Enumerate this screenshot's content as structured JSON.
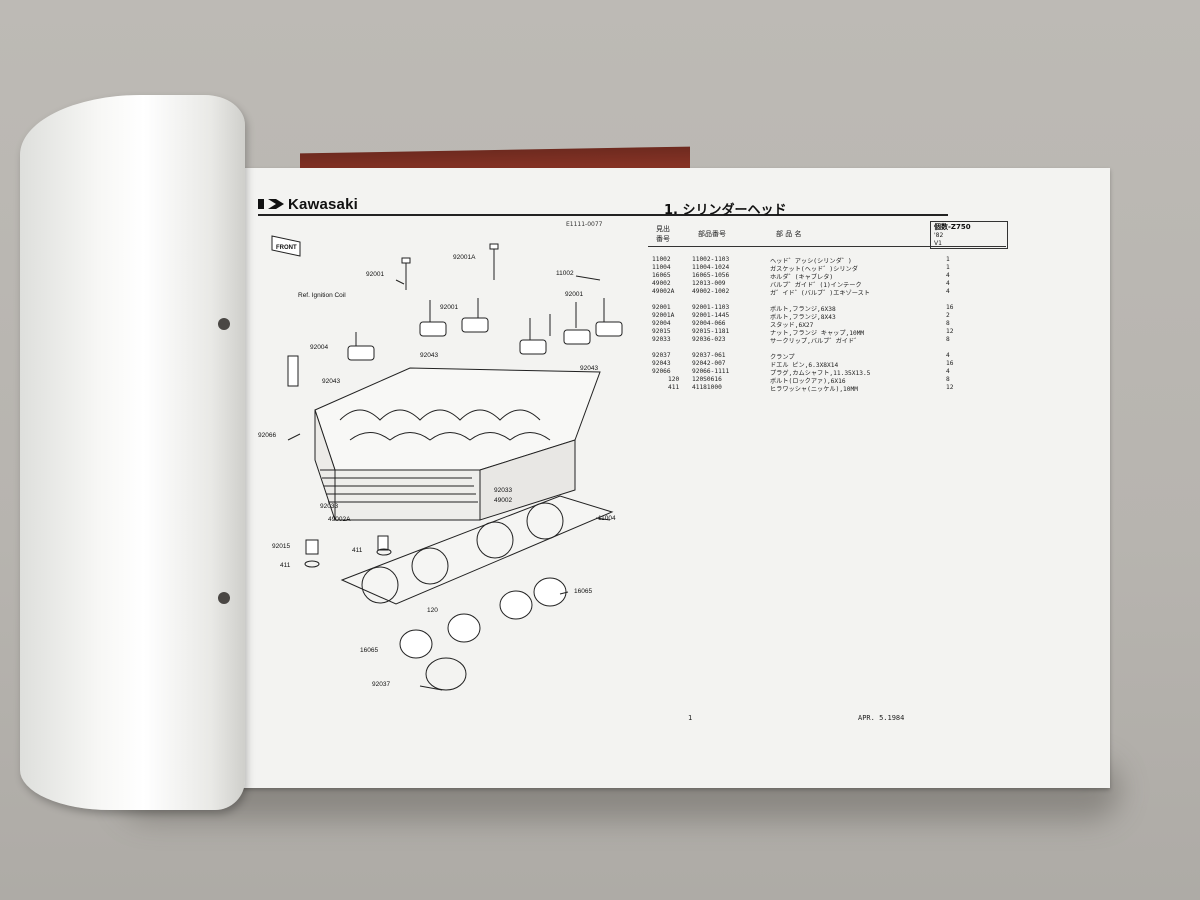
{
  "manual": {
    "brand": "Kawasaki",
    "figure_code": "E1111-0077",
    "section_title": "1. シリンダーヘッド",
    "headers": {
      "ref_no": "見出\n番号",
      "part_no": "部品番号",
      "part_name": "部 品 名"
    },
    "model_label": "個数-Z750",
    "model_rows": [
      "'82",
      "V1"
    ],
    "parts": [
      {
        "ref": "11002",
        "part": "11002-1103",
        "name": "ヘッド゛アッシ(シリンダ゛)",
        "qty": "1"
      },
      {
        "ref": "11004",
        "part": "11004-1024",
        "name": "ガスケット(ヘッド゛)シリンダ",
        "qty": "1"
      },
      {
        "ref": "16065",
        "part": "16065-1056",
        "name": "ホルダ゛(キャブレタ)",
        "qty": "4"
      },
      {
        "ref": "49002",
        "part": "12013-009",
        "name": "バルブ゛ガイド゛(1)インテーク",
        "qty": "4"
      },
      {
        "ref": "49002A",
        "part": "49002-1002",
        "name": "ガ゛イド゛(バルブ゛)エキゾースト",
        "qty": "4"
      },
      {
        "ref": "92001",
        "part": "92001-1103",
        "name": "ボルト,フランジ,6X38",
        "qty": "16"
      },
      {
        "ref": "92001A",
        "part": "92001-1445",
        "name": "ボルト,フランジ,8X43",
        "qty": "2"
      },
      {
        "ref": "92004",
        "part": "92004-066",
        "name": "スタッド,6X27",
        "qty": "8"
      },
      {
        "ref": "92015",
        "part": "92015-1181",
        "name": "ナット,フランジ キャップ,10MM",
        "qty": "12"
      },
      {
        "ref": "92033",
        "part": "92036-023",
        "name": "サークリップ,バルブ゛ガイド゛",
        "qty": "8"
      },
      {
        "ref": "92037",
        "part": "92037-061",
        "name": "クランプ",
        "qty": "4"
      },
      {
        "ref": "92043",
        "part": "92042-007",
        "name": "ドエル ピン,6.3X8X14",
        "qty": "16"
      },
      {
        "ref": "92066",
        "part": "92066-1111",
        "name": "プラグ,カムシャフト,11.35X13.5",
        "qty": "4"
      },
      {
        "ref": "120",
        "part": "120S0616",
        "name": "ボルト(ロックアァ),6X16",
        "qty": "8"
      },
      {
        "ref": "411",
        "part": "41181000",
        "name": "ヒラワッシャ(ニッケル),10MM",
        "qty": "12"
      }
    ],
    "page_number": "1",
    "date": "APR. 5.1984",
    "callouts": [
      "92001A",
      "92001",
      "11002",
      "92001",
      "Ref. Ignition Coil",
      "92001",
      "92004",
      "92043",
      "92043",
      "92043",
      "92066",
      "92033",
      "49002",
      "92033",
      "49002A",
      "92015",
      "411",
      "411",
      "11004",
      "16065",
      "120",
      "16065",
      "92037"
    ],
    "front_label": "FRONT"
  }
}
